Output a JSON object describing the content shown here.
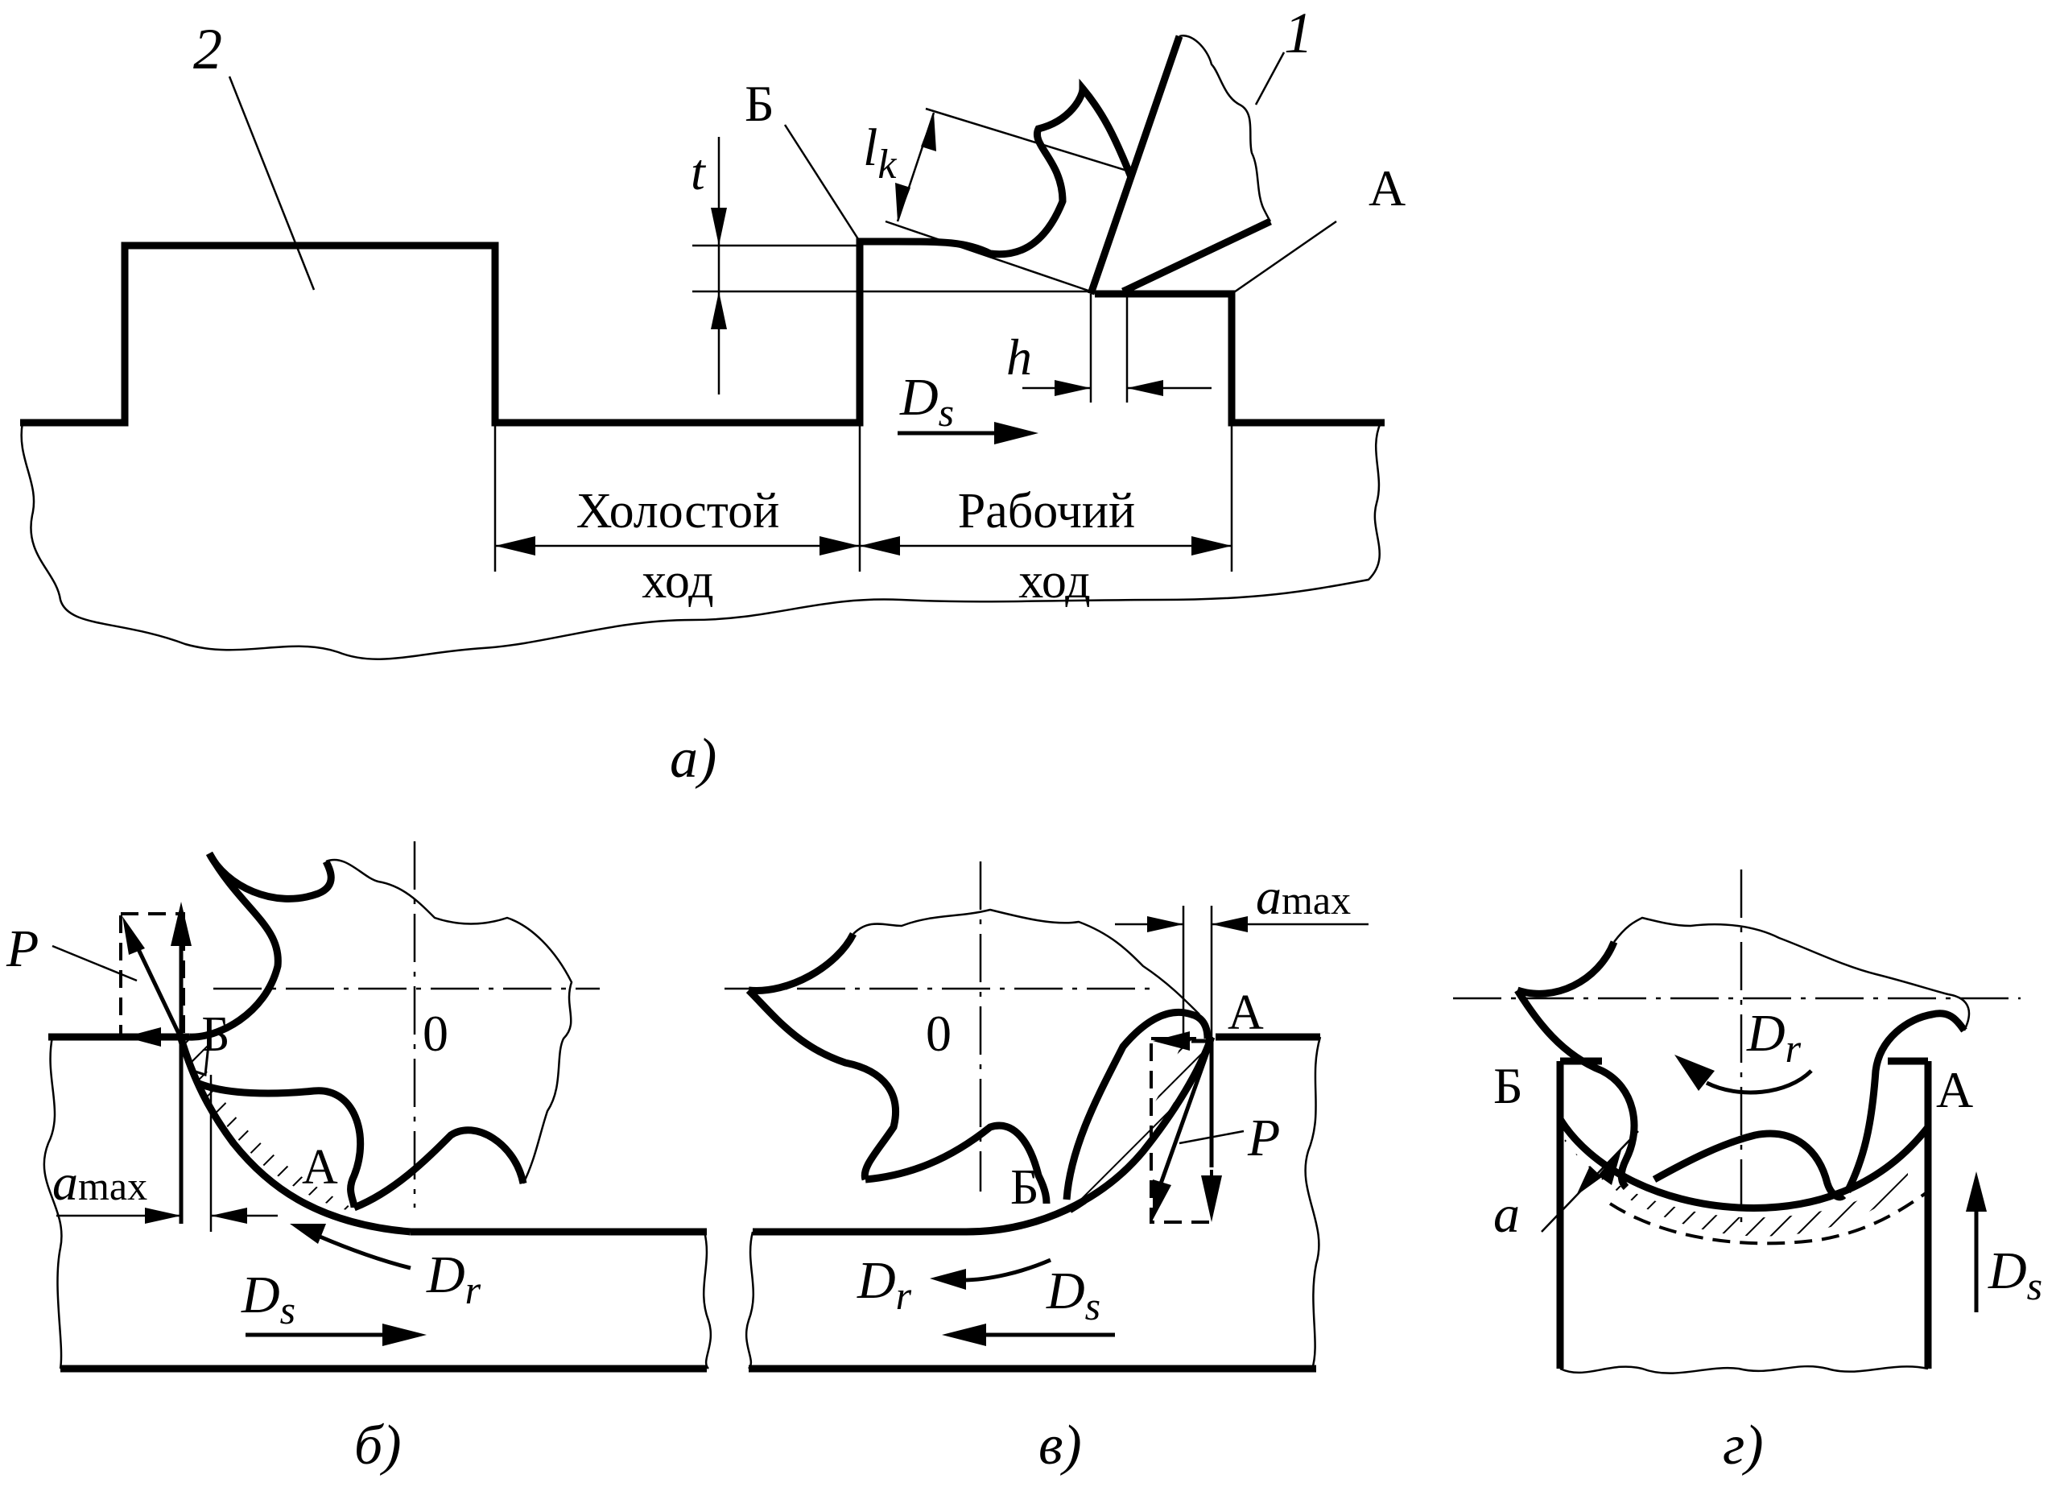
{
  "figure_a": {
    "label_workpiece_num": "2",
    "label_tool_num": "1",
    "point_B": "Б",
    "point_A": "А",
    "dim_t": "t",
    "dim_lk_main": "l",
    "dim_lk_sub": "k",
    "dim_h": "h",
    "feed_D": "D",
    "feed_sub": "s",
    "idle_stroke_line1": "Холостой",
    "idle_stroke_line2": "ход",
    "work_stroke_line1": "Рабочий",
    "work_stroke_line2": "ход",
    "caption": "а)"
  },
  "figure_b": {
    "force": "P",
    "point_B": "Б",
    "point_A": "А",
    "center": "0",
    "amax_a": "a",
    "amax_sub": "max",
    "Dr_main": "D",
    "Dr_sub": "r",
    "Ds_main": "D",
    "Ds_sub": "s",
    "caption": "б)"
  },
  "figure_v": {
    "force": "P",
    "point_A": "А",
    "point_B": "Б",
    "center": "0",
    "amax_a": "a",
    "amax_sub": "max",
    "Dr_main": "D",
    "Dr_sub": "r",
    "Ds_main": "D",
    "Ds_sub": "s",
    "caption": "в)"
  },
  "figure_g": {
    "point_B": "Б",
    "point_A": "А",
    "dim_a": "a",
    "Dr_main": "D",
    "Dr_sub": "r",
    "Ds_main": "D",
    "Ds_sub": "s",
    "caption": "г)"
  }
}
